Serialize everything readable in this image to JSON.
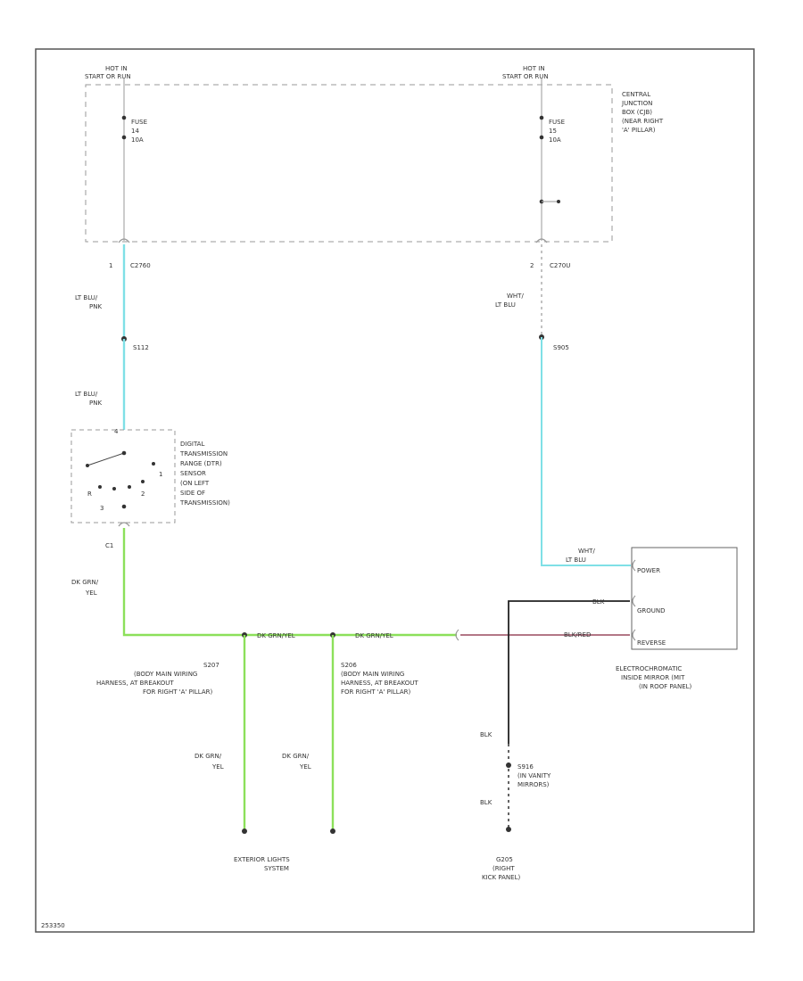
{
  "colors": {
    "frame": "#555555",
    "dashed": "#999999",
    "wire_lt_blu": "#7fe0e6",
    "wire_dk_grn": "#8ce05a",
    "wire_blk": "#222222",
    "wire_blk_red": "#9a4a5e",
    "gray_line": "#aaaaaa",
    "dot": "#333333"
  },
  "power": {
    "left_hot": [
      "HOT IN",
      "START OR RUN"
    ],
    "right_hot": [
      "HOT IN",
      "START OR RUN"
    ],
    "left_fuse": [
      "FUSE",
      "14",
      "10A"
    ],
    "right_fuse": [
      "FUSE",
      "15",
      "10A"
    ]
  },
  "cjb": [
    "CENTRAL",
    "JUNCTION",
    "BOX (CJB)",
    "(NEAR RIGHT",
    "'A' PILLAR)"
  ],
  "connectors": {
    "c2760": {
      "pin": "1",
      "name": "C2760"
    },
    "c270u": {
      "pin": "2",
      "name": "C270U"
    },
    "s112": "S112",
    "s905": "S905",
    "c1": "C1",
    "s207": [
      "S207",
      "(BODY MAIN WIRING",
      "HARNESS, AT BREAKOUT",
      "FOR RIGHT 'A' PILLAR)"
    ],
    "s206": [
      "S206",
      "(BODY MAIN WIRING",
      "HARNESS, AT BREAKOUT",
      "FOR RIGHT 'A' PILLAR)"
    ],
    "s916": [
      "S916",
      "(IN VANITY",
      "MIRRORS)"
    ],
    "g205": [
      "G205",
      "(RIGHT",
      "KICK PANEL)"
    ]
  },
  "wires": {
    "lt_blu_pnk_1": [
      "LT BLU/",
      "PNK"
    ],
    "lt_blu_pnk_2": [
      "LT BLU/",
      "PNK"
    ],
    "wht_lt_blu_1": [
      "WHT/",
      "LT BLU"
    ],
    "wht_lt_blu_2": [
      "WHT/",
      "LT BLU"
    ],
    "dk_grn_yel_c1": [
      "DK GRN/",
      "YEL"
    ],
    "dk_grn_yel_h1": "DK GRN/YEL",
    "dk_grn_yel_h2": "DK GRN/YEL",
    "dk_grn_yel_v1": [
      "DK GRN/",
      "YEL"
    ],
    "dk_grn_yel_v2": [
      "DK GRN/",
      "YEL"
    ],
    "blk_top": "BLK",
    "blk_red": "BLK/RED",
    "blk_mid": "BLK",
    "blk_low": "BLK"
  },
  "dtr": {
    "label": [
      "DIGITAL",
      "TRANSMISSION",
      "RANGE (DTR)",
      "SENSOR",
      "(ON LEFT",
      "SIDE OF",
      "TRANSMISSION)"
    ],
    "pin_top": "4",
    "pin_right": "1",
    "pin_mid": "2",
    "pin_left": "R",
    "pin_bottom": "3"
  },
  "mirror": {
    "pins": [
      "POWER",
      "GROUND",
      "REVERSE"
    ],
    "label": [
      "ELECTROCHROMATIC",
      "INSIDE MIRROR (MIT",
      "(IN ROOF PANEL)"
    ]
  },
  "exterior": [
    "EXTERIOR LIGHTS",
    "SYSTEM"
  ],
  "footer_id": "253350"
}
